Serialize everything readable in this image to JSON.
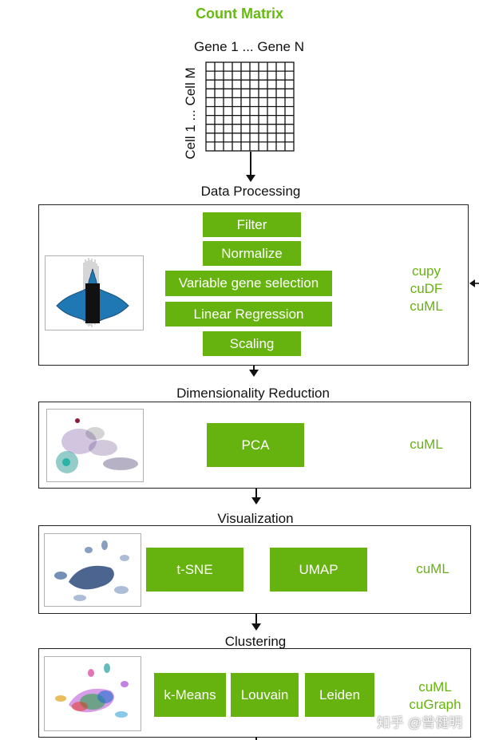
{
  "title": "Count Matrix",
  "matrix": {
    "col_label": "Gene 1 ... Gene N",
    "row_label": "Cell 1 ... Cell M"
  },
  "stages": [
    {
      "label": "Data Processing",
      "steps": [
        "Filter",
        "Normalize",
        "Variable gene selection",
        "Linear Regression",
        "Scaling"
      ],
      "libs": [
        "cupy",
        "cuDF",
        "cuML"
      ]
    },
    {
      "label": "Dimensionality Reduction",
      "steps": [
        "PCA"
      ],
      "libs": [
        "cuML"
      ]
    },
    {
      "label": "Visualization",
      "steps": [
        "t-SNE",
        "UMAP"
      ],
      "libs": [
        "cuML"
      ]
    },
    {
      "label": "Clustering",
      "steps": [
        "k-Means",
        "Louvain",
        "Leiden"
      ],
      "libs": [
        "cuML",
        "cuGraph"
      ]
    }
  ],
  "watermark": "知乎 @曾健明",
  "colors": {
    "accent_green": "#66b30f",
    "title_green": "#66bb11"
  }
}
